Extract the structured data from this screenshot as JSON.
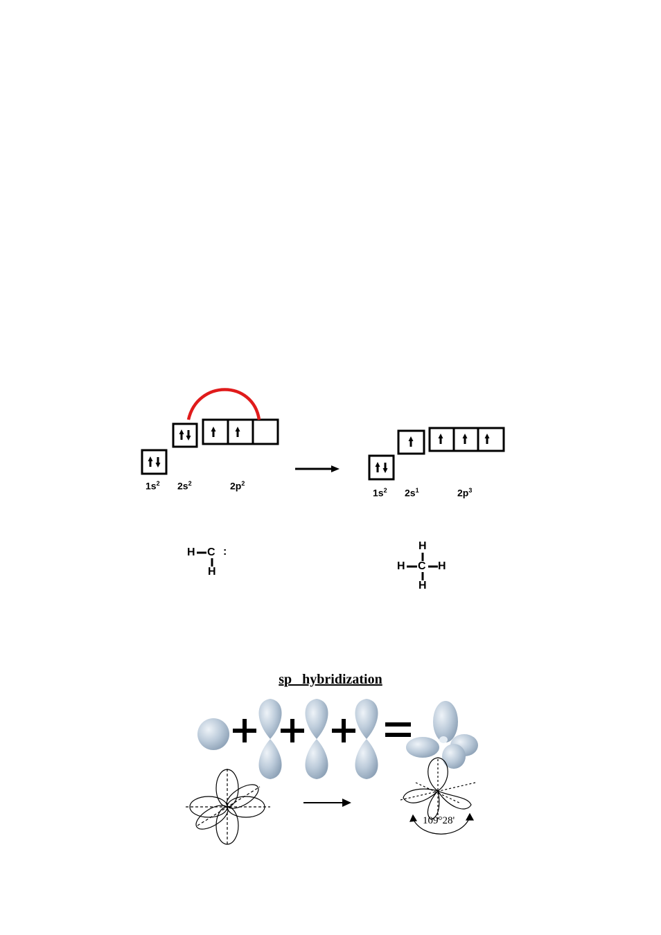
{
  "before": {
    "labels": [
      {
        "base": "1s",
        "sup": "2"
      },
      {
        "base": "2s",
        "sup": "2"
      },
      {
        "base": "2p",
        "sup": "2"
      }
    ]
  },
  "after": {
    "labels": [
      {
        "base": "1s",
        "sup": "2"
      },
      {
        "base": "2s",
        "sup": "1"
      },
      {
        "base": "2p",
        "sup": "3"
      }
    ]
  },
  "structures": {
    "left": {
      "h_left": "H",
      "c": "C",
      "lone_pair": ":",
      "h_bottom": "H"
    },
    "right": {
      "h_top": "H",
      "h_left": "H",
      "c": "C",
      "h_right": "H",
      "h_bottom": "H"
    }
  },
  "hybridization": {
    "title": "sp   hybridization",
    "angle": "109°28'",
    "operators": [
      "+",
      "+",
      "+",
      "="
    ]
  },
  "colors": {
    "promotion_arc": "#e01b1b",
    "orbital_fill": "#b8c9d9"
  }
}
